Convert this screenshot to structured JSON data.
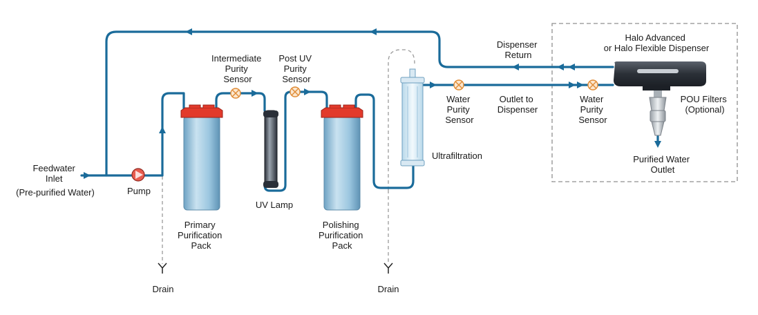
{
  "labels": {
    "feedwater": [
      "Feedwater",
      "Inlet",
      "(Pre-purified Water)"
    ],
    "pump": "Pump",
    "primary": [
      "Primary",
      "Purification",
      "Pack"
    ],
    "intermediate": [
      "Intermediate",
      "Purity",
      "Sensor"
    ],
    "uv_lamp": "UV Lamp",
    "post_uv": [
      "Post UV",
      "Purity",
      "Sensor"
    ],
    "polishing": [
      "Polishing",
      "Purification",
      "Pack"
    ],
    "ultrafiltration": "Ultrafiltration",
    "water_purity_1": [
      "Water",
      "Purity",
      "Sensor"
    ],
    "outlet_to_dispenser": [
      "Outlet to",
      "Dispenser"
    ],
    "dispenser_return": [
      "Dispenser",
      "Return"
    ],
    "halo": [
      "Halo Advanced",
      "or Halo Flexible Dispenser"
    ],
    "water_purity_2": [
      "Water",
      "Purity",
      "Sensor"
    ],
    "pou_filters": [
      "POU Filters",
      "(Optional)"
    ],
    "purified_outlet": [
      "Purified Water",
      "Outlet"
    ],
    "drain_1": "Drain",
    "drain_2": "Drain"
  },
  "colors": {
    "pipe": "#1a6b9a",
    "cartridge_body": "#9cc7e0",
    "cartridge_cap": "#e23a2b",
    "sensor": "#f0a35a",
    "pump": "#e85c4f",
    "drain_line": "#9a9a9a"
  }
}
